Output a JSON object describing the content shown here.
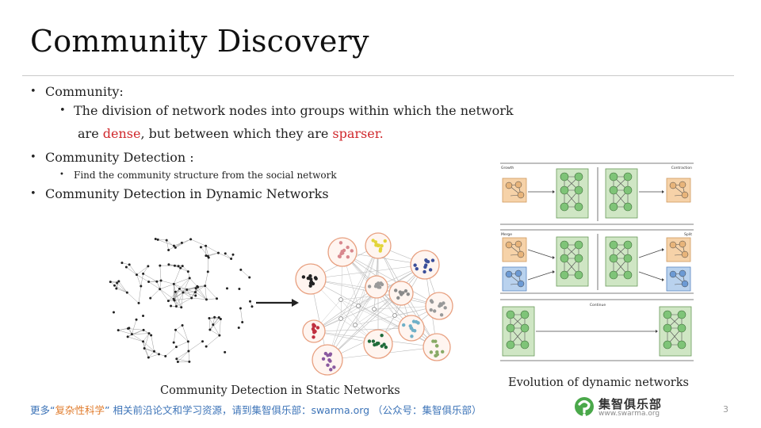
{
  "slide": {
    "title": "Community Discovery",
    "page_number": "3"
  },
  "bullets": {
    "b1": "Community:",
    "b1_sub_line1": "The division of network nodes into groups within which the network",
    "b1_sub_line2_pre": "are ",
    "b1_sub_line2_dense": "dense",
    "b1_sub_line2_mid": ", but between which they are ",
    "b1_sub_line2_sparser": "sparser.",
    "b2": "Community Detection :",
    "b2_sub": "Find the community structure from the social network",
    "b3": "Community Detection in Dynamic Networks"
  },
  "figures": {
    "left_caption": "Community Detection in Static Networks",
    "right_caption": "Evolution of dynamic networks",
    "panel_labels": {
      "growth": "Growth",
      "contraction": "Contraction",
      "merge": "Merge",
      "split": "Split",
      "continue": "Continue"
    }
  },
  "footer": {
    "prefix": "更多“",
    "highlight": "复杂性科学",
    "suffix": "” 相关前沿论文和学习资源，请到集智俱乐部：swarma.org （公众号：集智俱乐部）"
  },
  "logo": {
    "name": "集智俱乐部",
    "url": "www.swarma.org"
  },
  "colors": {
    "accent_red": "#d0282c",
    "footer_blue": "#3d74b8",
    "footer_orange": "#e07b2b"
  }
}
